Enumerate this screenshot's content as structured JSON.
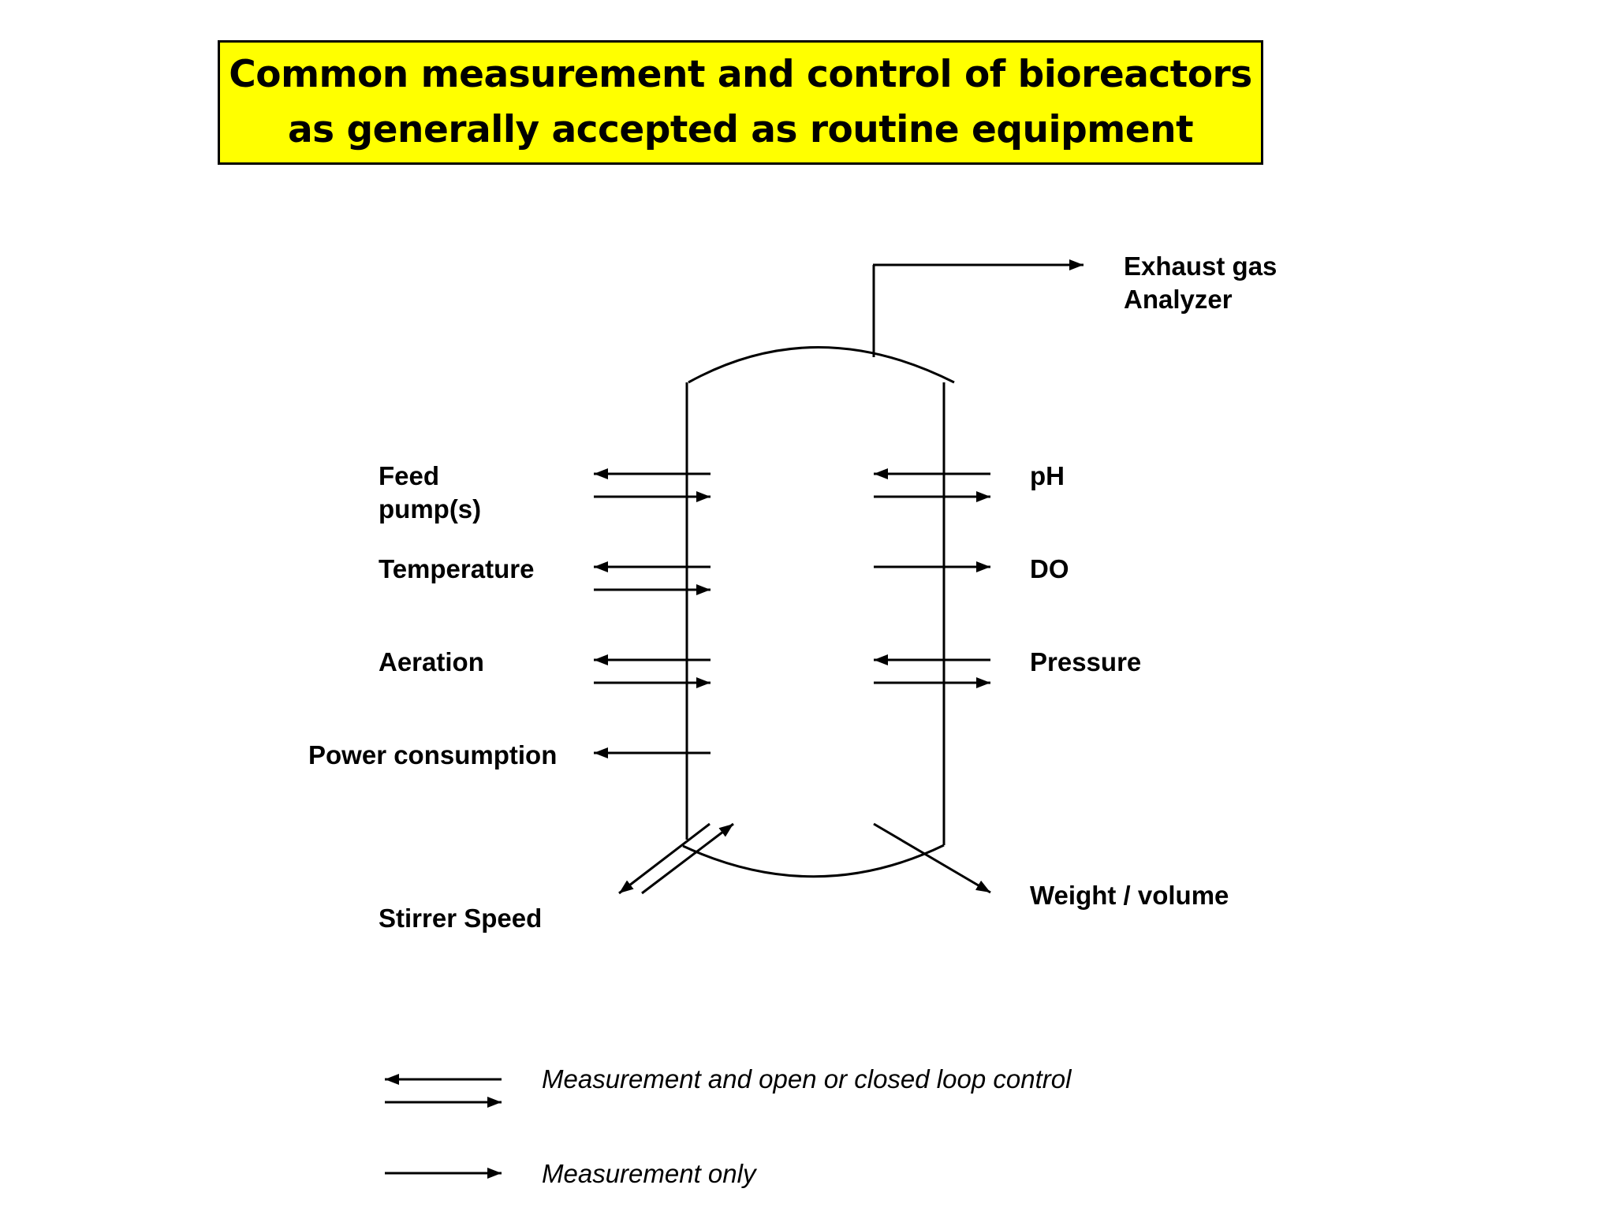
{
  "title": "Common measurement and control of bioreactors as generally accepted as routine equipment",
  "labels": {
    "exhaust_gas": "Exhaust gas",
    "analyzer": "Analyzer",
    "feed": "Feed",
    "pumps": "pump(s)",
    "temperature": "Temperature",
    "aeration": "Aeration",
    "power_consumption": "Power consumption",
    "stirrer_speed": "Stirrer Speed",
    "ph": "pH",
    "do": "DO",
    "pressure": "Pressure",
    "weight_volume": "Weight / volume"
  },
  "legend": {
    "control": "Measurement and open or closed loop control",
    "measurement_only": "Measurement only"
  }
}
